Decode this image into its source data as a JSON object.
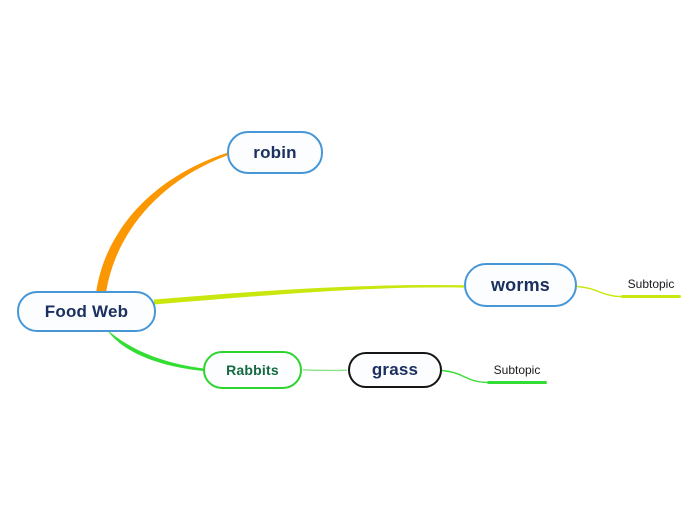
{
  "diagram": {
    "type": "mind-map",
    "root_label": "Food Web"
  },
  "nodes": {
    "food_web": {
      "label": "Food Web"
    },
    "robin": {
      "label": "robin"
    },
    "worms": {
      "label": "worms"
    },
    "rabbits": {
      "label": "Rabbits"
    },
    "grass": {
      "label": "grass"
    },
    "worms_subtopic": {
      "label": "Subtopic"
    },
    "grass_subtopic": {
      "label": "Subtopic"
    }
  },
  "edges": [
    {
      "from": "Food Web",
      "to": "robin",
      "color_key": "branch_orange"
    },
    {
      "from": "Food Web",
      "to": "worms",
      "color_key": "branch_yellow_green"
    },
    {
      "from": "Food Web",
      "to": "Rabbits",
      "color_key": "branch_green"
    },
    {
      "from": "Rabbits",
      "to": "grass",
      "color_key": "branch_pale_green"
    },
    {
      "from": "worms",
      "to": "Subtopic",
      "color_key": "branch_yellow_green"
    },
    {
      "from": "grass",
      "to": "Subtopic",
      "color_key": "branch_green"
    }
  ],
  "colors": {
    "canvas_bg": "#ffffff",
    "topic_border_blue": "#4797d7",
    "topic_fill": "#fbfdfe",
    "topic_text_navy": "#1b3060",
    "rabbits_border_green": "#2ed42e",
    "rabbits_text_green": "#156941",
    "grass_border_black": "#151515",
    "subtopic_text": "#1a1a1a",
    "branch_orange": "#fb9702",
    "branch_yellow_green": "#c9e70e",
    "branch_green": "#34dd34",
    "branch_pale_green": "#8ce28c"
  }
}
